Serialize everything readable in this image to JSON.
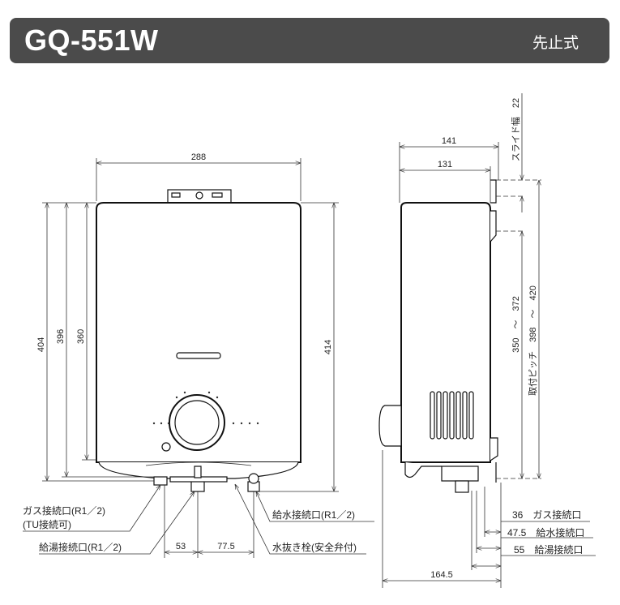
{
  "header": {
    "title": "GQ-551W",
    "type": "先止式"
  },
  "front": {
    "width": "288",
    "h404": "404",
    "h396": "396",
    "h360": "360",
    "h414": "414",
    "d53": "53",
    "d775": "77.5",
    "gas_label": "ガス接続口(R1／2)",
    "gas_note": "(TU接続可)",
    "hot_label": "給湯接続口(R1／2)",
    "water_label": "給水接続口(R1／2)",
    "drain_label": "水抜き栓(安全弁付)"
  },
  "side": {
    "d141": "141",
    "d131": "131",
    "slide": "スライド幅　22",
    "pitch_inner": "350　～　372",
    "pitch": "取付ピッチ　398　～　420",
    "gas": "36　ガス接続口",
    "water": "47.5　給水接続口",
    "hot": "55　給湯接続口",
    "depth": "164.5"
  }
}
